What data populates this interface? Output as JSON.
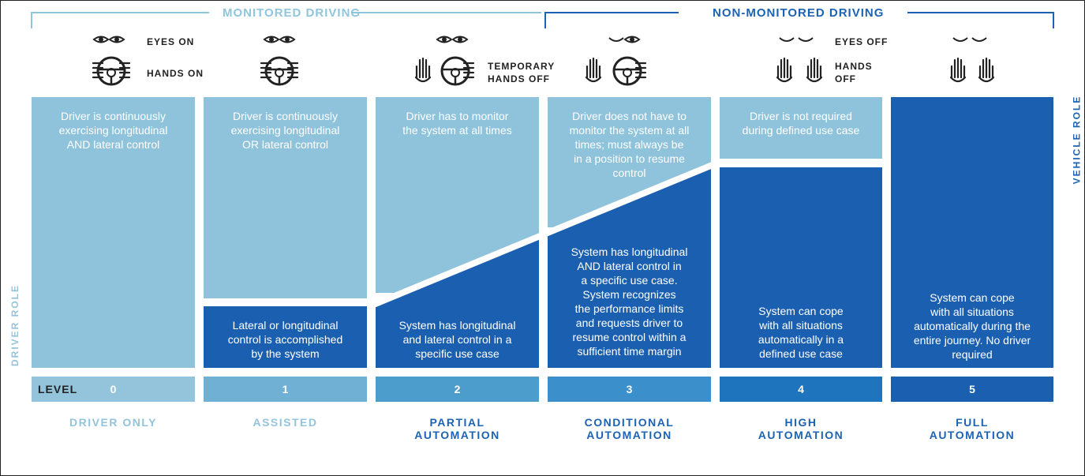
{
  "header": {
    "monitored": "MONITORED DRIVING",
    "non_monitored": "NON-MONITORED DRIVING"
  },
  "icon_labels": {
    "eyes_on": "EYES ON",
    "hands_on": "HANDS ON",
    "temporary_line1": "TEMPORARY",
    "temporary_line2": "HANDS OFF",
    "eyes_off": "EYES OFF",
    "hands_off_line1": "HANDS",
    "hands_off_line2": "OFF"
  },
  "axis": {
    "driver_role": "DRIVER ROLE",
    "vehicle_role": "VEHICLE ROLE"
  },
  "level_word": "LEVEL",
  "levels": [
    {
      "num": "0",
      "name_line1": "DRIVER ONLY",
      "name_line2": "",
      "driver_text": [
        "Driver is continuously",
        "exercising longitudinal",
        "AND lateral control"
      ],
      "system_text": []
    },
    {
      "num": "1",
      "name_line1": "ASSISTED",
      "name_line2": "",
      "driver_text": [
        "Driver is continuously",
        "exercising longitudinal",
        "OR lateral control"
      ],
      "system_text": [
        "Lateral or longitudinal",
        "control is accomplished",
        "by the system"
      ]
    },
    {
      "num": "2",
      "name_line1": "PARTIAL",
      "name_line2": "AUTOMATION",
      "driver_text": [
        "Driver has to monitor",
        "the system at all times"
      ],
      "system_text": [
        "System has longitudinal",
        "and lateral control in a",
        "specific use case"
      ]
    },
    {
      "num": "3",
      "name_line1": "CONDITIONAL",
      "name_line2": "AUTOMATION",
      "driver_text": [
        "Driver does not have to",
        "monitor the system at all",
        "times; must always be",
        "in a position to resume",
        "control"
      ],
      "system_text": [
        "System has longitudinal",
        "AND lateral control in",
        "a specific use case.",
        "System recognizes",
        "the performance limits",
        "and requests driver to",
        "resume control within a",
        "sufficient time margin"
      ]
    },
    {
      "num": "4",
      "name_line1": "HIGH",
      "name_line2": "AUTOMATION",
      "driver_text": [
        "Driver is not required",
        "during defined use case"
      ],
      "system_text": [
        "System can cope",
        "with all situations",
        "automatically in a",
        "defined use case"
      ]
    },
    {
      "num": "5",
      "name_line1": "FULL",
      "name_line2": "AUTOMATION",
      "driver_text": [],
      "system_text": [
        "System can cope",
        "with all situations",
        "automatically during the",
        "entire journey. No driver",
        "required"
      ]
    }
  ],
  "colors": {
    "driver_light": "#8ec3db",
    "system_dark": "#1b5fb0",
    "label_light": "#93c4dc",
    "label_dark": "#1c63b3",
    "level_bars": [
      "#93c4dc",
      "#6fb0d4",
      "#4d9dcc",
      "#3b8fca",
      "#1f74be",
      "#1b5fb0"
    ]
  }
}
